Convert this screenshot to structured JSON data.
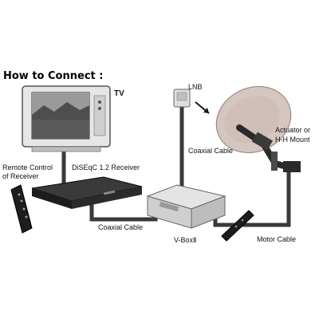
{
  "title": "How to Connect :",
  "labels": {
    "tv": "TV",
    "lnb": "LNB",
    "coax_top": "Coaxial Cable",
    "actuator_line1": "Actuator or",
    "actuator_line2": "H-H Mount",
    "remote_line1": "Remote Control",
    "remote_line2": "of Receiver",
    "receiver": "DiSEqC 1.2 Receiver",
    "coax_bottom": "Coaxial Cable",
    "vbox": "V-BoxⅡ",
    "motor": "Motor Cable"
  },
  "colors": {
    "cable": "#3a3a3a",
    "device_dark": "#1d1d1d",
    "device_light": "#d9d9d9",
    "dish": "#d6c6c0"
  },
  "icons": [
    "tv-icon",
    "lnb-icon",
    "dish-icon",
    "actuator-icon",
    "receiver-icon",
    "remote-icon",
    "vbox-icon"
  ]
}
